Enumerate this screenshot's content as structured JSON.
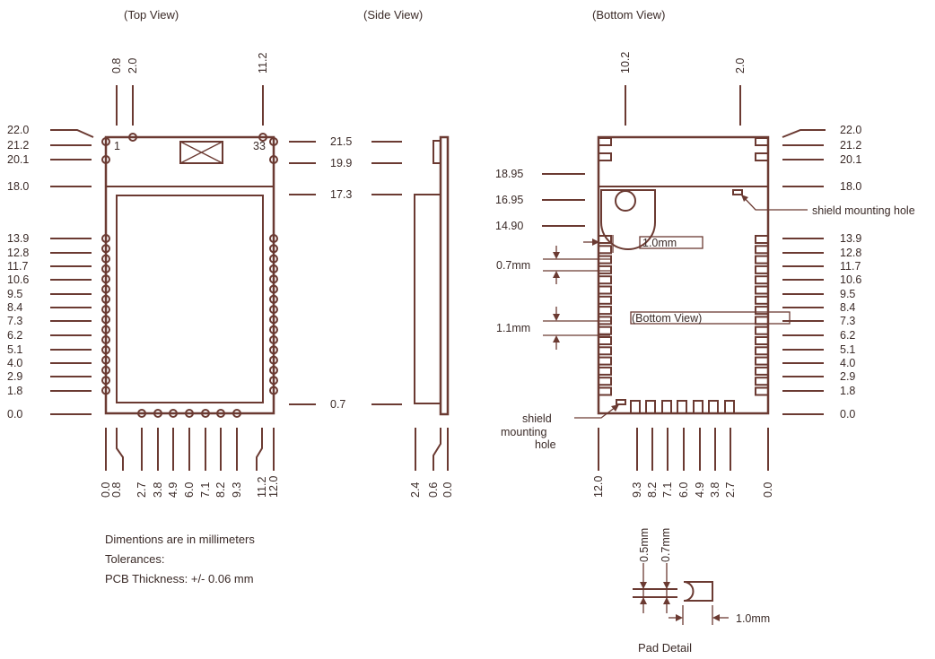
{
  "views": {
    "top": "(Top View)",
    "side": "(Side View)",
    "bottom": "(Bottom View)"
  },
  "top_view": {
    "left_ticks": [
      "22.0",
      "21.2",
      "20.1",
      "18.0",
      "13.9",
      "12.8",
      "11.7",
      "10.6",
      "9.5",
      "8.4",
      "7.3",
      "6.2",
      "5.1",
      "4.0",
      "2.9",
      "1.8",
      "0.0"
    ],
    "right_ticks": [
      "21.5",
      "19.9",
      "17.3",
      "0.7"
    ],
    "top_ticks": [
      "0.8",
      "2.0",
      "11.2"
    ],
    "bottom_ticks": [
      "0.0",
      "0.8",
      "2.7",
      "3.8",
      "4.9",
      "6.0",
      "7.1",
      "8.2",
      "9.3",
      "11.2",
      "12.0"
    ],
    "pin_first": "1",
    "pin_last": "33"
  },
  "side_view": {
    "bottom_ticks": [
      "2.4",
      "0.6",
      "0.0"
    ]
  },
  "bottom_view": {
    "top_ticks": [
      "10.2",
      "2.0"
    ],
    "left_ticks": [
      "18.95",
      "16.95",
      "14.90"
    ],
    "right_ticks": [
      "22.0",
      "21.2",
      "20.1",
      "18.0",
      "13.9",
      "12.8",
      "11.7",
      "10.6",
      "9.5",
      "8.4",
      "7.3",
      "6.2",
      "5.1",
      "4.0",
      "2.9",
      "1.8",
      "0.0"
    ],
    "bottom_ticks": [
      "12.0",
      "9.3",
      "8.2",
      "7.1",
      "6.0",
      "4.9",
      "3.8",
      "2.7",
      "0.0"
    ],
    "dim_pad_spacing": "1.0mm",
    "dim_pad_width": "0.7mm",
    "dim_pad_pitch": "1.1mm",
    "inner_label": "(Bottom View)",
    "shield_hole_top": "shield mounting hole",
    "shield_hole_bottom": [
      "shield",
      "mounting",
      "hole"
    ]
  },
  "notes": [
    "Dimentions are in millimeters",
    "Tolerances:",
    "PCB Thickness: +/- 0.06 mm"
  ],
  "pad_detail": {
    "dim_a": "0.5mm",
    "dim_b": "0.7mm",
    "dim_c": "1.0mm",
    "caption": "Pad Detail"
  }
}
